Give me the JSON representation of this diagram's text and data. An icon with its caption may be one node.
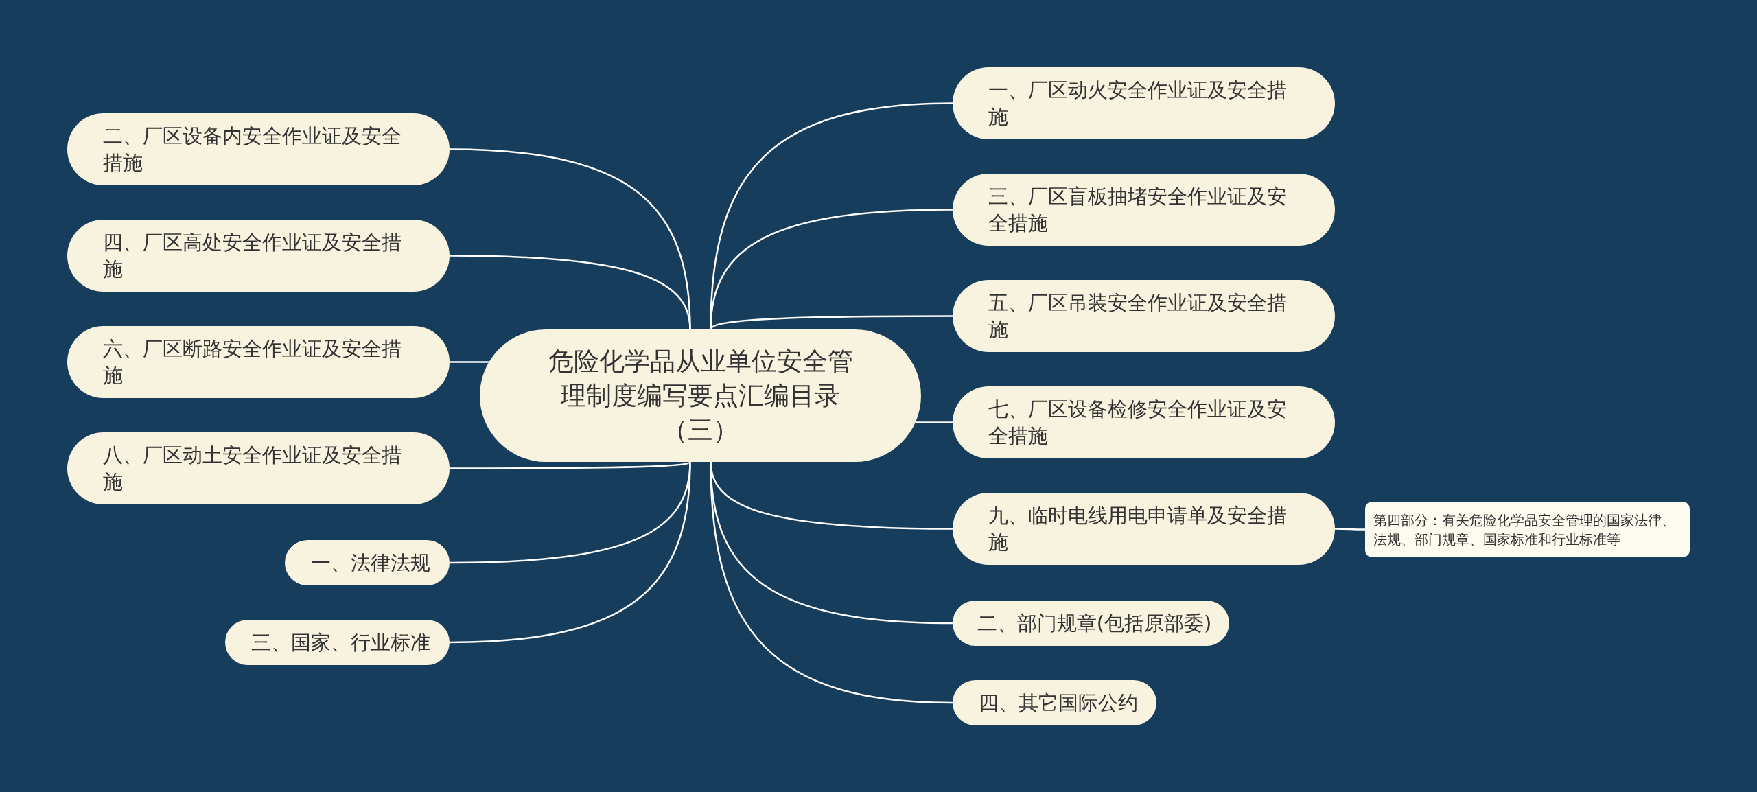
{
  "diagram": {
    "nodes": [
      {
        "text": [
          "危险化学品从业单位安全管理制度编写要点汇编目录（三）"
        ]
      },
      {
        "text": [
          "二、厂区设备内安全作业证及安全措施"
        ]
      },
      {
        "text": [
          "四、厂区高处安全作业证及安全措施"
        ]
      },
      {
        "text": [
          "六、厂区断路安全作业证及安全措施"
        ]
      },
      {
        "text": [
          "八、厂区动土安全作业证及安全措施"
        ]
      },
      {
        "text": [
          "一、法律法规"
        ]
      },
      {
        "text": [
          "三、国家、行业标准"
        ]
      },
      {
        "text": [
          "一、厂区动火安全作业证及安全措施"
        ]
      },
      {
        "text": [
          "三、厂区盲板抽堵安全作业证及安全措施"
        ]
      },
      {
        "text": [
          "五、厂区吊装安全作业证及安全措施"
        ]
      },
      {
        "text": [
          "七、厂区设备检修安全作业证及安全措施"
        ]
      },
      {
        "text": [
          "九、临时电线用电申请单及安全措施"
        ]
      },
      {
        "text": [
          "二、部门规章(包括原部委)"
        ]
      },
      {
        "text": [
          "四、其它国际公约"
        ]
      },
      {
        "text": [
          "第四部分：有关危险化学品安全管理的国家法律、法规、部门规章、国家标准和行业标准等"
        ]
      }
    ],
    "edges": [
      {
        "from": 0,
        "to": 1,
        "arrow": "none"
      },
      {
        "from": 0,
        "to": 2,
        "arrow": "none"
      },
      {
        "from": 0,
        "to": 3,
        "arrow": "none"
      },
      {
        "from": 0,
        "to": 4,
        "arrow": "none"
      },
      {
        "from": 0,
        "to": 5,
        "arrow": "none"
      },
      {
        "from": 0,
        "to": 6,
        "arrow": "none"
      },
      {
        "from": 0,
        "to": 7,
        "arrow": "none"
      },
      {
        "from": 0,
        "to": 8,
        "arrow": "none"
      },
      {
        "from": 0,
        "to": 9,
        "arrow": "none"
      },
      {
        "from": 0,
        "to": 10,
        "arrow": "none"
      },
      {
        "from": 0,
        "to": 11,
        "arrow": "none"
      },
      {
        "from": 0,
        "to": 12,
        "arrow": "none"
      },
      {
        "from": 0,
        "to": 13,
        "arrow": "none"
      },
      {
        "from": 11,
        "to": 14,
        "arrow": "none"
      }
    ]
  }
}
